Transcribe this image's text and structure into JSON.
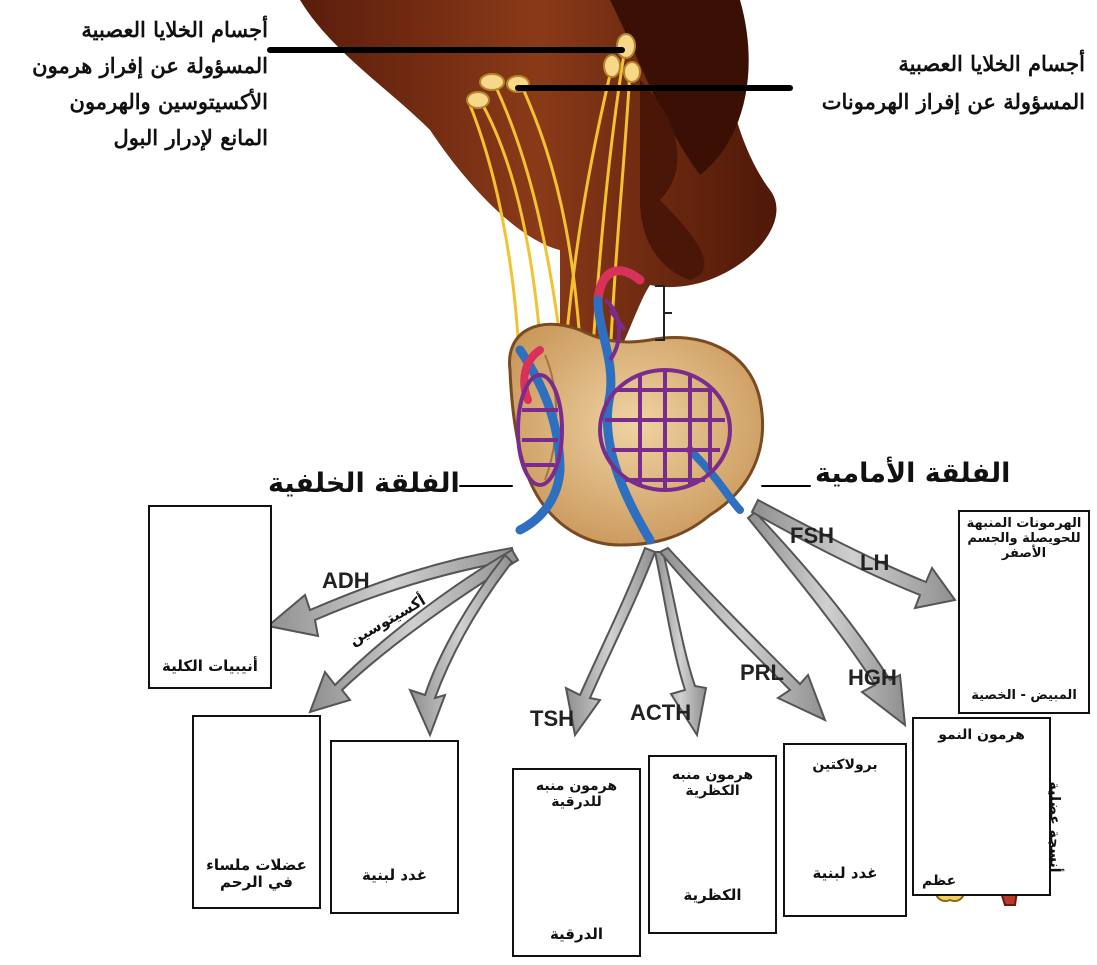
{
  "labels": {
    "top_left_lines": [
      "أجسام الخلايا العصبية",
      "المسؤولة عن إفراز هرمون",
      "الأكسيتوسين والهرمون",
      "المانع لإدرار البول"
    ],
    "top_right_lines": [
      "أجسام الخلايا العصبية",
      "المسؤولة عن إفراز الهرمونات"
    ],
    "posterior_lobe": "الفلقة الخلفية",
    "anterior_lobe": "الفلقة الأمامية",
    "oxytocin": "أكسيتوسين"
  },
  "hormones": {
    "adh": "ADH",
    "fsh": "FSH",
    "lh": "LH",
    "tsh": "TSH",
    "acth": "ACTH",
    "prl": "PRL",
    "hgh": "HGH"
  },
  "boxes": {
    "kidney": {
      "bottom": "أنيبيات الكلية"
    },
    "uterus": {
      "bottom_lines": [
        "عضلات ملساء",
        "في الرحم"
      ]
    },
    "mammary": {
      "bottom": "غدد لبنية"
    },
    "thyroid": {
      "top_lines": [
        "هرمون منبه",
        "للدرقية"
      ],
      "bottom": "الدرقية"
    },
    "adrenal": {
      "top_lines": [
        "هرمون منبه",
        "الكظرية"
      ],
      "bottom": "الكظرية"
    },
    "prolactin": {
      "top": "برولاكتين",
      "bottom": "غدد لبنية"
    },
    "growth": {
      "top": "هرمون النمو",
      "side": "أنسجة عضلية",
      "bottom": "عظم"
    },
    "gonads": {
      "top_lines": [
        "الهرمونات المنبهة",
        "للحويصلة والجسم",
        "الأصفر"
      ],
      "bottom": "المبيض - الخصية"
    }
  },
  "colors": {
    "brain": "#6b2410",
    "pituitary": "#d8b07a",
    "artery": "#d9325a",
    "vein": "#2f6fc0",
    "capillary": "#7a2c8c",
    "nerve": "#f3c233",
    "arrow": "#a8a8a8"
  }
}
